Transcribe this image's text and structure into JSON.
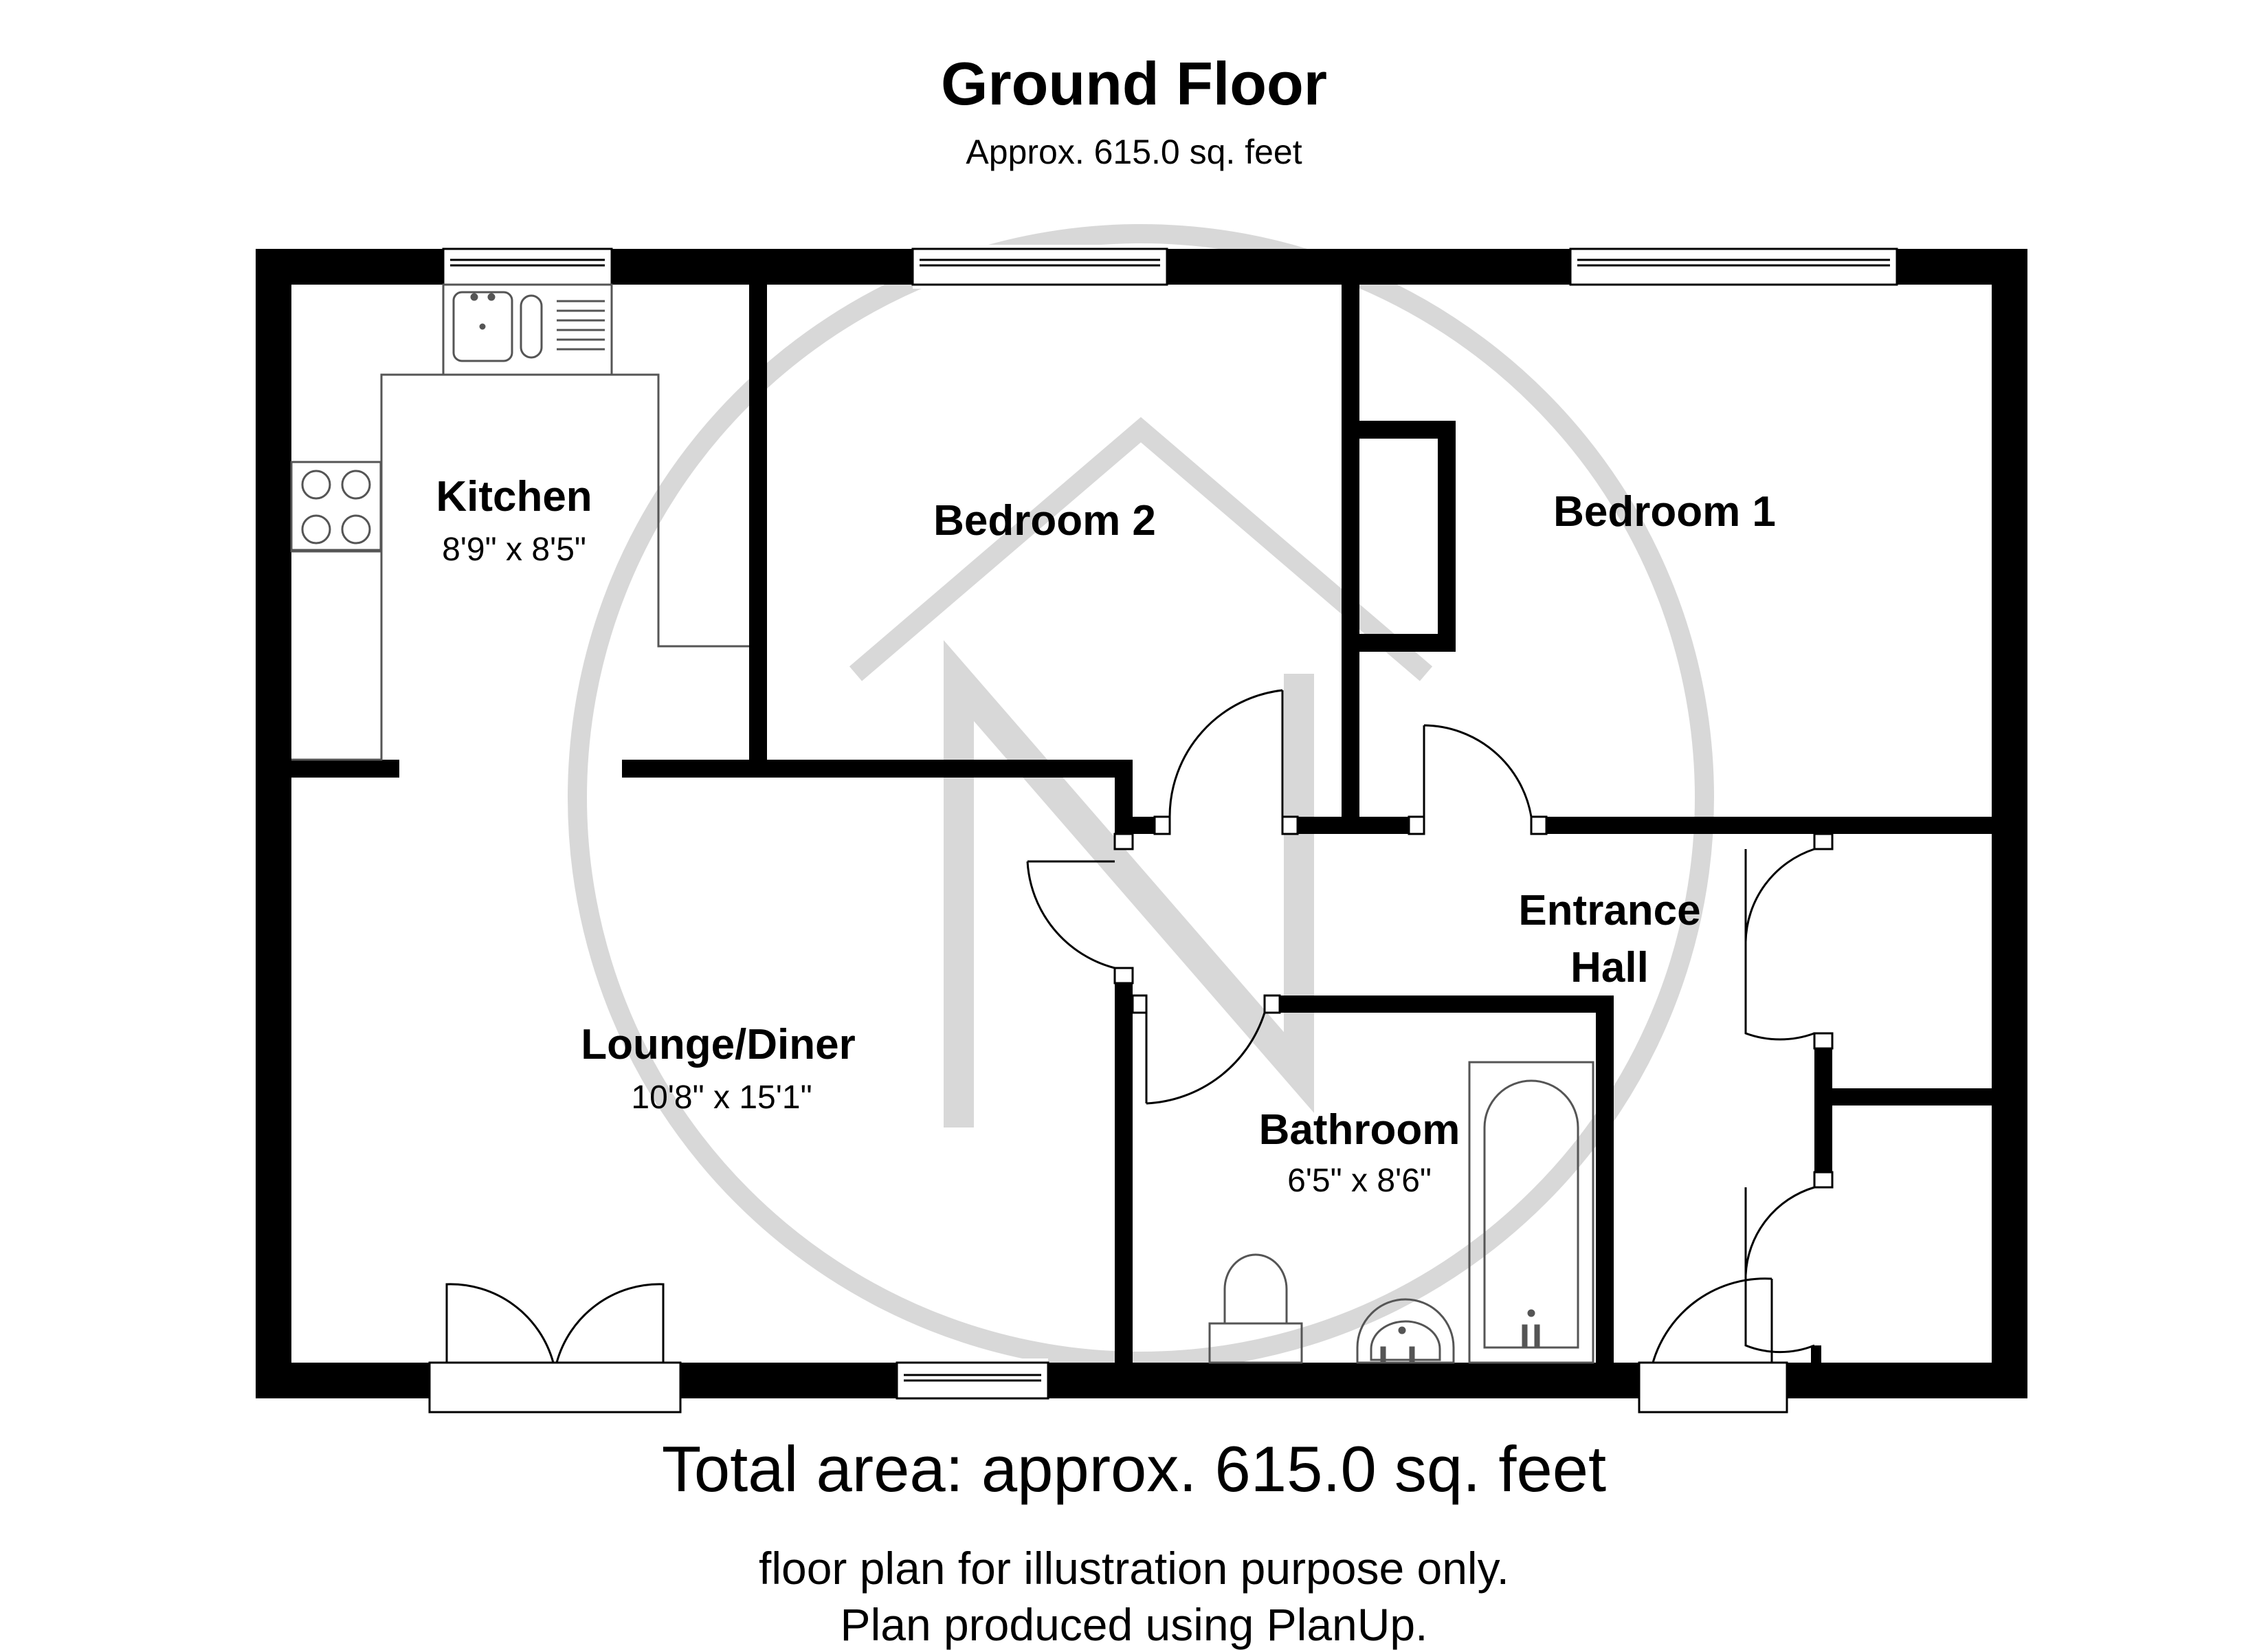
{
  "floor": {
    "title": "Ground Floor",
    "area": "Approx. 615.0 sq. feet"
  },
  "rooms": {
    "kitchen": {
      "name": "Kitchen",
      "dims": "8'9\" x 8'5\""
    },
    "bedroom2": {
      "name": "Bedroom 2"
    },
    "bedroom1": {
      "name": "Bedroom 1"
    },
    "entrance_hall": {
      "name_line1": "Entrance",
      "name_line2": "Hall"
    },
    "lounge": {
      "name": "Lounge/Diner",
      "dims": "10'8\" x 15'1\""
    },
    "bathroom": {
      "name": "Bathroom",
      "dims": "6'5\" x 8'6\""
    }
  },
  "footer": {
    "total": "Total area: approx. 615.0 sq. feet",
    "note1": "floor plan for illustration purpose only.",
    "note2": "Plan produced using PlanUp."
  },
  "colors": {
    "wall": "#000000",
    "fixture": "#555555",
    "watermark": "#d8d8d8"
  }
}
